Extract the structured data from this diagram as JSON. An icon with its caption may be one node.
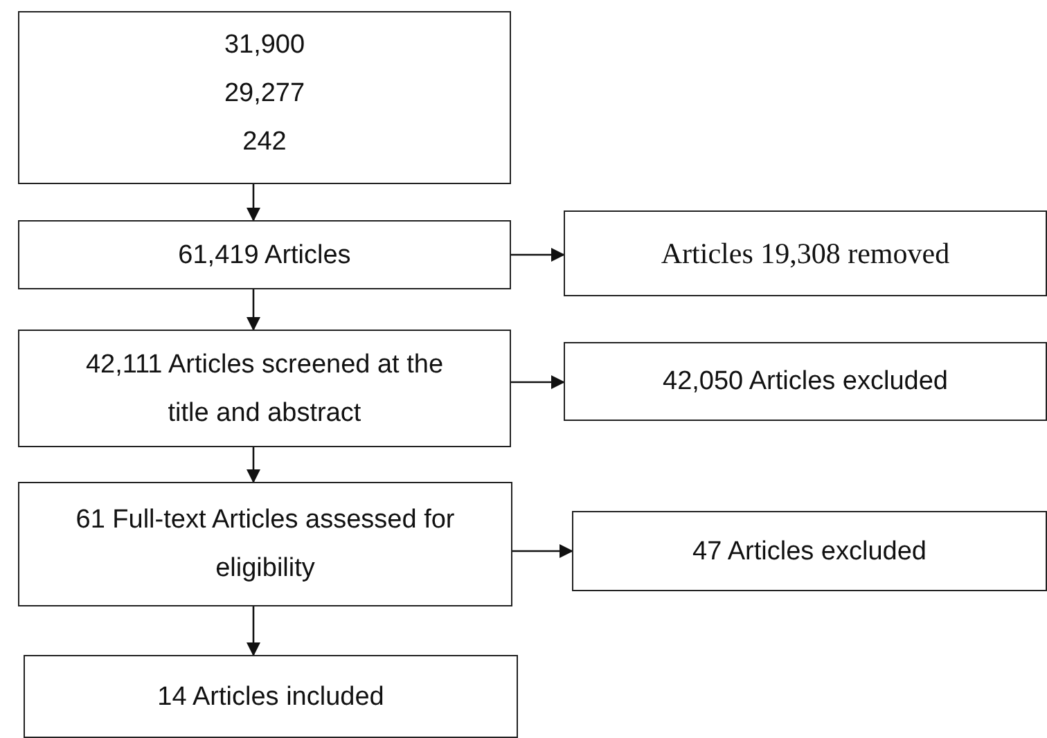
{
  "diagram": {
    "nodes": [
      {
        "text": [
          "31,900",
          "29,277",
          "242"
        ]
      },
      {
        "text": [
          "61,419 Articles"
        ]
      },
      {
        "text": [
          "Articles 19,308 removed"
        ]
      },
      {
        "text": [
          "42,111 Articles screened at the title and abstract"
        ]
      },
      {
        "text": [
          "42,050 Articles excluded"
        ]
      },
      {
        "text": [
          "61 Full-text Articles assessed for eligibility"
        ]
      },
      {
        "text": [
          "47 Articles excluded"
        ]
      },
      {
        "text": [
          "14 Articles included"
        ]
      }
    ],
    "edges": [
      {
        "from": 0,
        "to": 1,
        "arrow": "to"
      },
      {
        "from": 1,
        "to": 2,
        "arrow": "to"
      },
      {
        "from": 1,
        "to": 3,
        "arrow": "to"
      },
      {
        "from": 3,
        "to": 4,
        "arrow": "to"
      },
      {
        "from": 3,
        "to": 5,
        "arrow": "to"
      },
      {
        "from": 5,
        "to": 6,
        "arrow": "to"
      },
      {
        "from": 5,
        "to": 7,
        "arrow": "to"
      }
    ]
  }
}
